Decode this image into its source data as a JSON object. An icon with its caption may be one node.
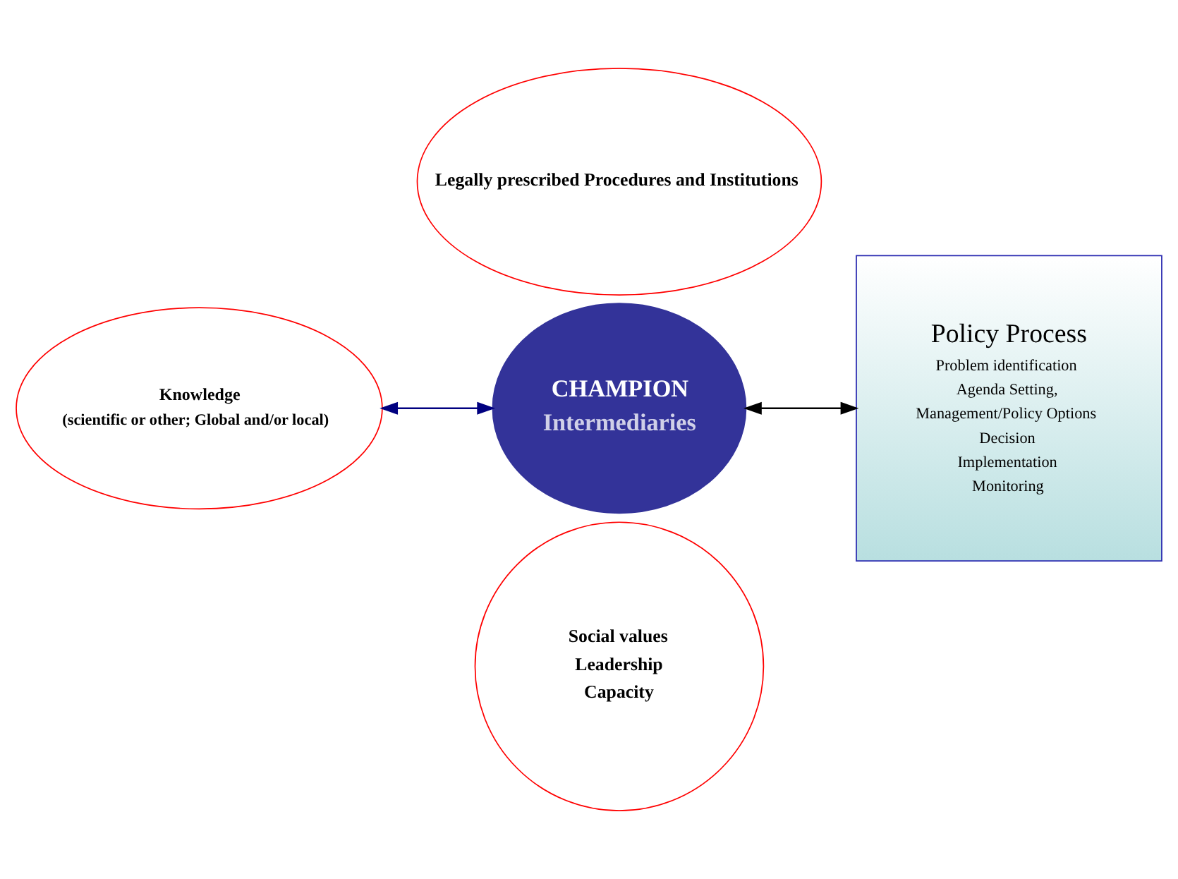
{
  "diagram": {
    "nodes": [
      {
        "text": [
          "Legally prescribed Procedures and Institutions"
        ]
      },
      {
        "text": [
          "Knowledge",
          "(scientific or other; Global and/or local)"
        ]
      },
      {
        "text": [
          "CHAMPION",
          "Intermediaries"
        ]
      },
      {
        "text": [
          "Policy Process",
          "Problem identification",
          "Agenda Setting,",
          "Management/Policy Options",
          "Decision",
          "Implementation",
          "Monitoring"
        ]
      },
      {
        "text": [
          "Social values",
          "Leadership",
          "Capacity"
        ]
      }
    ],
    "edges": [
      {
        "from": 1,
        "to": 2,
        "arrow": "both",
        "color": "#000080"
      },
      {
        "from": 2,
        "to": 3,
        "arrow": "both",
        "color": "#000000"
      }
    ]
  }
}
